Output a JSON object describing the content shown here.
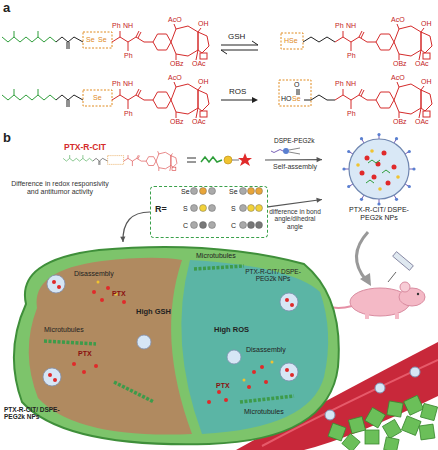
{
  "diagram": {
    "nodes": [
      {
        "text": [
          "PTX-R-CIT"
        ]
      },
      {
        "text": [
          "PTX-R-CIT/ DSPE-PEG2k NPs"
        ]
      },
      {
        "text": [
          "R=",
          "Se",
          "Se",
          "S",
          "S",
          "C",
          "C"
        ]
      },
      {
        "text": [
          "Microtubules",
          "PTX-R-CIT/ DSPE-PEG2k NPs",
          "Disassembly",
          "PTX",
          "High GSH",
          "Microtubules",
          "High ROS",
          "PTX",
          "Disassembly",
          "PTX",
          "Microtubules"
        ]
      }
    ],
    "edges": [
      {
        "from": 0,
        "to": 1,
        "arrow": "to",
        "label": "Self-assembly"
      },
      {
        "from": 2,
        "to": 1,
        "arrow": "to",
        "label": "difference in bond angle/dihedral angle"
      },
      {
        "from": 2,
        "to": 3,
        "arrow": "to",
        "label": "Difference in redox responsivity and antitumor activity"
      }
    ],
    "labels": [
      "a",
      "Se",
      "Se",
      "Ph",
      "NH",
      "Ph",
      "AcO",
      "OH",
      "OBz",
      "OAc",
      "GSH",
      "HSe",
      "Ph",
      "NH",
      "Ph",
      "AcO",
      "OH",
      "OBz",
      "OAc",
      "Se",
      "Ph",
      "NH",
      "Ph",
      "AcO",
      "OH",
      "OBz",
      "OAc",
      "ROS",
      "HO",
      "Se",
      "O",
      "Ph",
      "NH",
      "Ph",
      "AcO",
      "OH",
      "OBz",
      "OAc",
      "b",
      "DSPE-PEG2k",
      "PTX-R-CIT/ DSPE-PEG2k NPs"
    ]
  }
}
